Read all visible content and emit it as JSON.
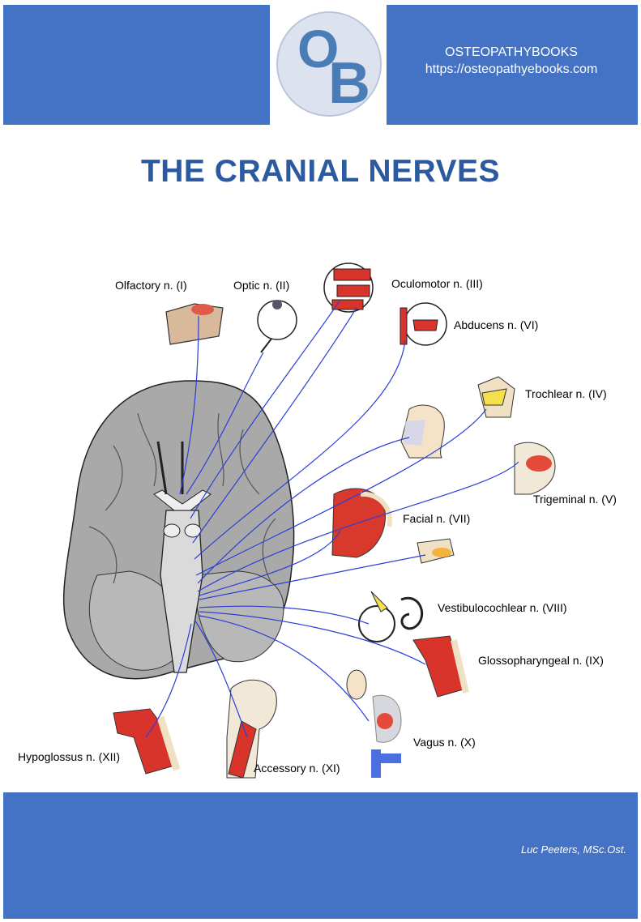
{
  "header": {
    "logo_letters": "OB",
    "publisher_name": "OSTEOPATHYBOOKS",
    "publisher_url": "https://osteopathyebooks.com"
  },
  "title": "THE CRANIAL NERVES",
  "nerves": [
    {
      "id": "olfactory",
      "label": "Olfactory n. (I)"
    },
    {
      "id": "optic",
      "label": "Optic n. (II)"
    },
    {
      "id": "oculomotor",
      "label": "Oculomotor n. (III)"
    },
    {
      "id": "abducens",
      "label": "Abducens n. (VI)"
    },
    {
      "id": "trochlear",
      "label": "Trochlear n. (IV)"
    },
    {
      "id": "trigeminal",
      "label": "Trigeminal n. (V)"
    },
    {
      "id": "facial",
      "label": "Facial n. (VII)"
    },
    {
      "id": "vestibulocochlear",
      "label": "Vestibulocochlear n. (VIII)"
    },
    {
      "id": "glossopharyngeal",
      "label": "Glossopharyngeal n. (IX)"
    },
    {
      "id": "vagus",
      "label": "Vagus n. (X)"
    },
    {
      "id": "accessory",
      "label": "Accessory n. (XI)"
    },
    {
      "id": "hypoglossus",
      "label": "Hypoglossus n. (XII)"
    }
  ],
  "footer": {
    "author": "Luc Peeters, MSc.Ost."
  },
  "colors": {
    "band": "#4472c4",
    "title": "#2c5aa0",
    "nerve": "#2a3fd6",
    "brain": "#a8a8a8",
    "muscle": "#d9342b"
  }
}
